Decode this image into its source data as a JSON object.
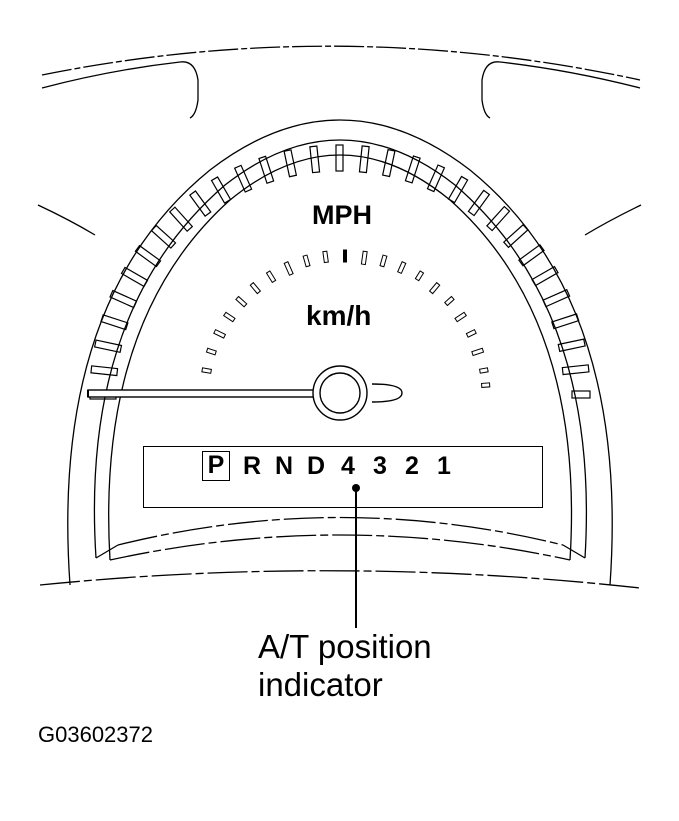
{
  "diagram": {
    "speedometer": {
      "primary_unit_label": "MPH",
      "secondary_unit_label": "km/h"
    },
    "gear_indicator": {
      "positions": [
        "P",
        "R",
        "N",
        "D",
        "4",
        "3",
        "2",
        "1"
      ],
      "active_position": "P"
    },
    "callout": {
      "line1": "A/T position",
      "line2": "indicator"
    },
    "figure_id": "G03602372"
  }
}
